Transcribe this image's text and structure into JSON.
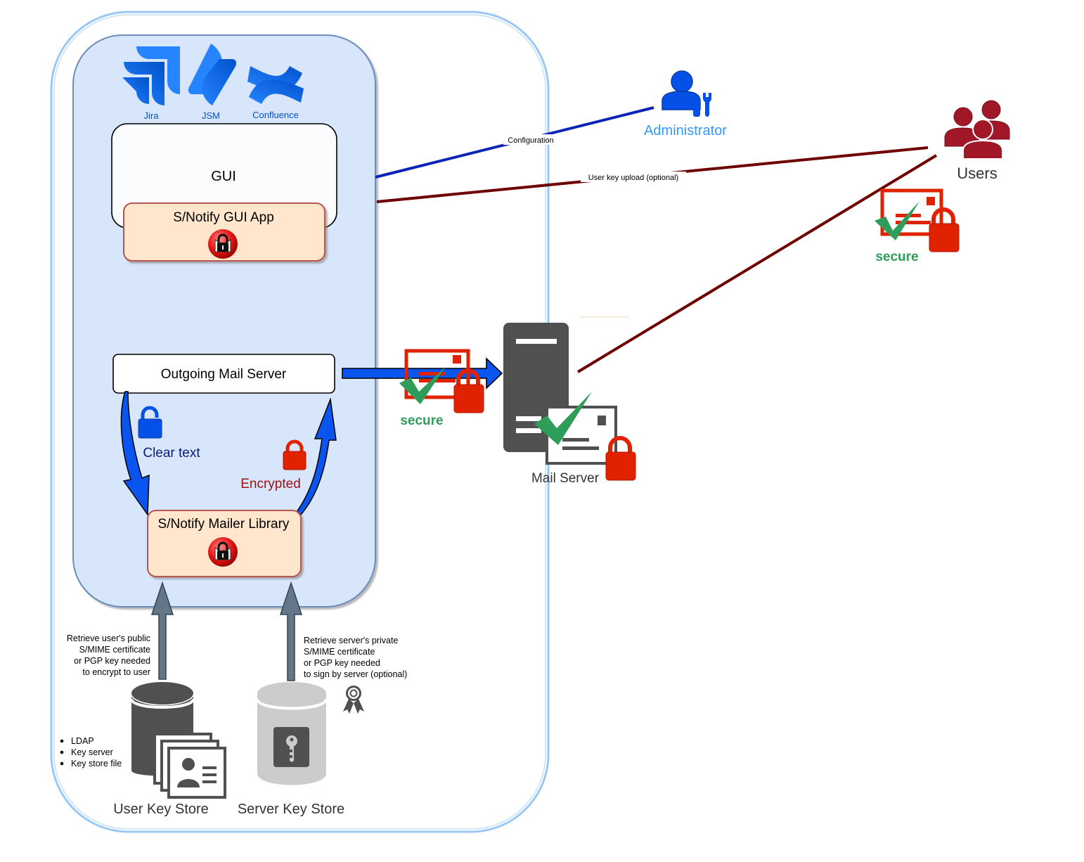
{
  "products": {
    "jira": "Jira",
    "jsm": "JSM",
    "confluence": "Confluence"
  },
  "gui": {
    "label": "GUI",
    "app_label": "S/Notify GUI App"
  },
  "outgoing_mail_server": {
    "label": "Outgoing Mail Server"
  },
  "clear_text": {
    "label": "Clear text"
  },
  "encrypted": {
    "label": "Encrypted"
  },
  "mailer_library": {
    "label": "S/Notify Mailer Library"
  },
  "edges": {
    "configuration": "Configuration",
    "user_key_upload": "User key upload (optional)"
  },
  "administrator": {
    "label": "Administrator"
  },
  "users": {
    "label": "Users"
  },
  "secure_labels": {
    "users_secure": "secure",
    "transit_secure": "secure"
  },
  "mail_server": {
    "label": "Mail Server"
  },
  "retrieve_user": {
    "lines": [
      "Retrieve user's public",
      "S/MIME certificate",
      "or PGP key needed",
      "to encrypt to user"
    ]
  },
  "retrieve_server": {
    "lines": [
      "Retrieve server's private",
      "S/MIME certificate",
      "or PGP key needed",
      "to sign by server (optional)"
    ]
  },
  "user_key_store": {
    "label": "User Key Store",
    "sources": [
      "LDAP",
      "Key server",
      "Key store file"
    ]
  },
  "server_key_store": {
    "label": "Server Key Store"
  },
  "colors": {
    "atlassian_blue": "#2684FF",
    "inner_panel": "#D7E6FB",
    "outer_border": "#99C8F7",
    "app_box_fill": "#FFE6CC",
    "app_box_border": "#B85450",
    "config_line": "#0B24B5",
    "user_line": "#6F0000",
    "admin_blue": "#0550E6",
    "admin_text": "#3399FF",
    "users_red": "#A01828",
    "lock_red": "#E12200",
    "secure_green": "#2E9D5A",
    "dark_gray": "#505050",
    "light_gray": "#CCCCCC",
    "arrow_blue": "#0A55F0",
    "arrow_gray": "#647687"
  }
}
